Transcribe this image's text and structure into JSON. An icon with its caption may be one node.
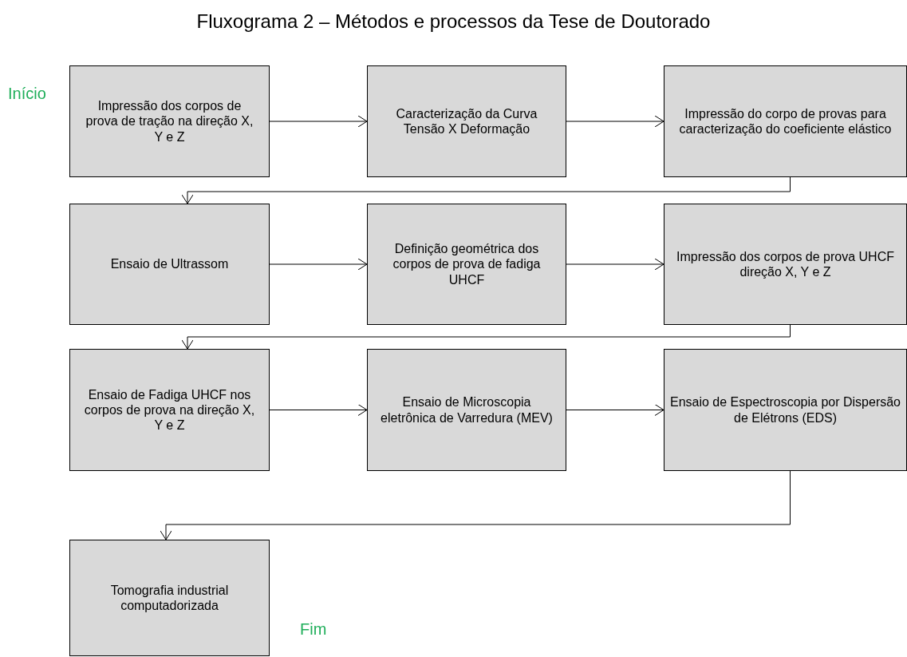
{
  "diagram": {
    "title": "Fluxograma 2 – Métodos e processos da Tese de Doutorado",
    "nodes": [
      {
        "text": [
          "Impressão dos corpos de prova de tração na direção X, Y e Z"
        ],
        "beside": [
          "Início"
        ]
      },
      {
        "text": [
          "Caracterização da Curva Tensão X Deformação"
        ]
      },
      {
        "text": [
          "Impressão do corpo de provas para caracterização do coeficiente elástico"
        ]
      },
      {
        "text": [
          "Ensaio de Ultrassom"
        ]
      },
      {
        "text": [
          "Definição geométrica dos corpos de prova de fadiga UHCF"
        ]
      },
      {
        "text": [
          "Impressão dos corpos de prova UHCF direção X, Y e Z"
        ]
      },
      {
        "text": [
          "Ensaio de Fadiga UHCF nos corpos de prova na direção X, Y e Z"
        ]
      },
      {
        "text": [
          "Ensaio de Microscopia eletrônica de Varredura (MEV)"
        ]
      },
      {
        "text": [
          "Ensaio de Espectroscopia por Dispersão de Elétrons (EDS)"
        ]
      },
      {
        "text": [
          "Tomografia industrial computadorizada"
        ],
        "beside": [
          "Fim"
        ]
      }
    ],
    "edges": [
      {
        "from": 0,
        "to": 1,
        "arrow": "to"
      },
      {
        "from": 1,
        "to": 2,
        "arrow": "to"
      },
      {
        "from": 2,
        "to": 3,
        "arrow": "to"
      },
      {
        "from": 3,
        "to": 4,
        "arrow": "to"
      },
      {
        "from": 4,
        "to": 5,
        "arrow": "to"
      },
      {
        "from": 5,
        "to": 6,
        "arrow": "to"
      },
      {
        "from": 6,
        "to": 7,
        "arrow": "to"
      },
      {
        "from": 7,
        "to": 8,
        "arrow": "to"
      },
      {
        "from": 8,
        "to": 9,
        "arrow": "to"
      }
    ]
  }
}
